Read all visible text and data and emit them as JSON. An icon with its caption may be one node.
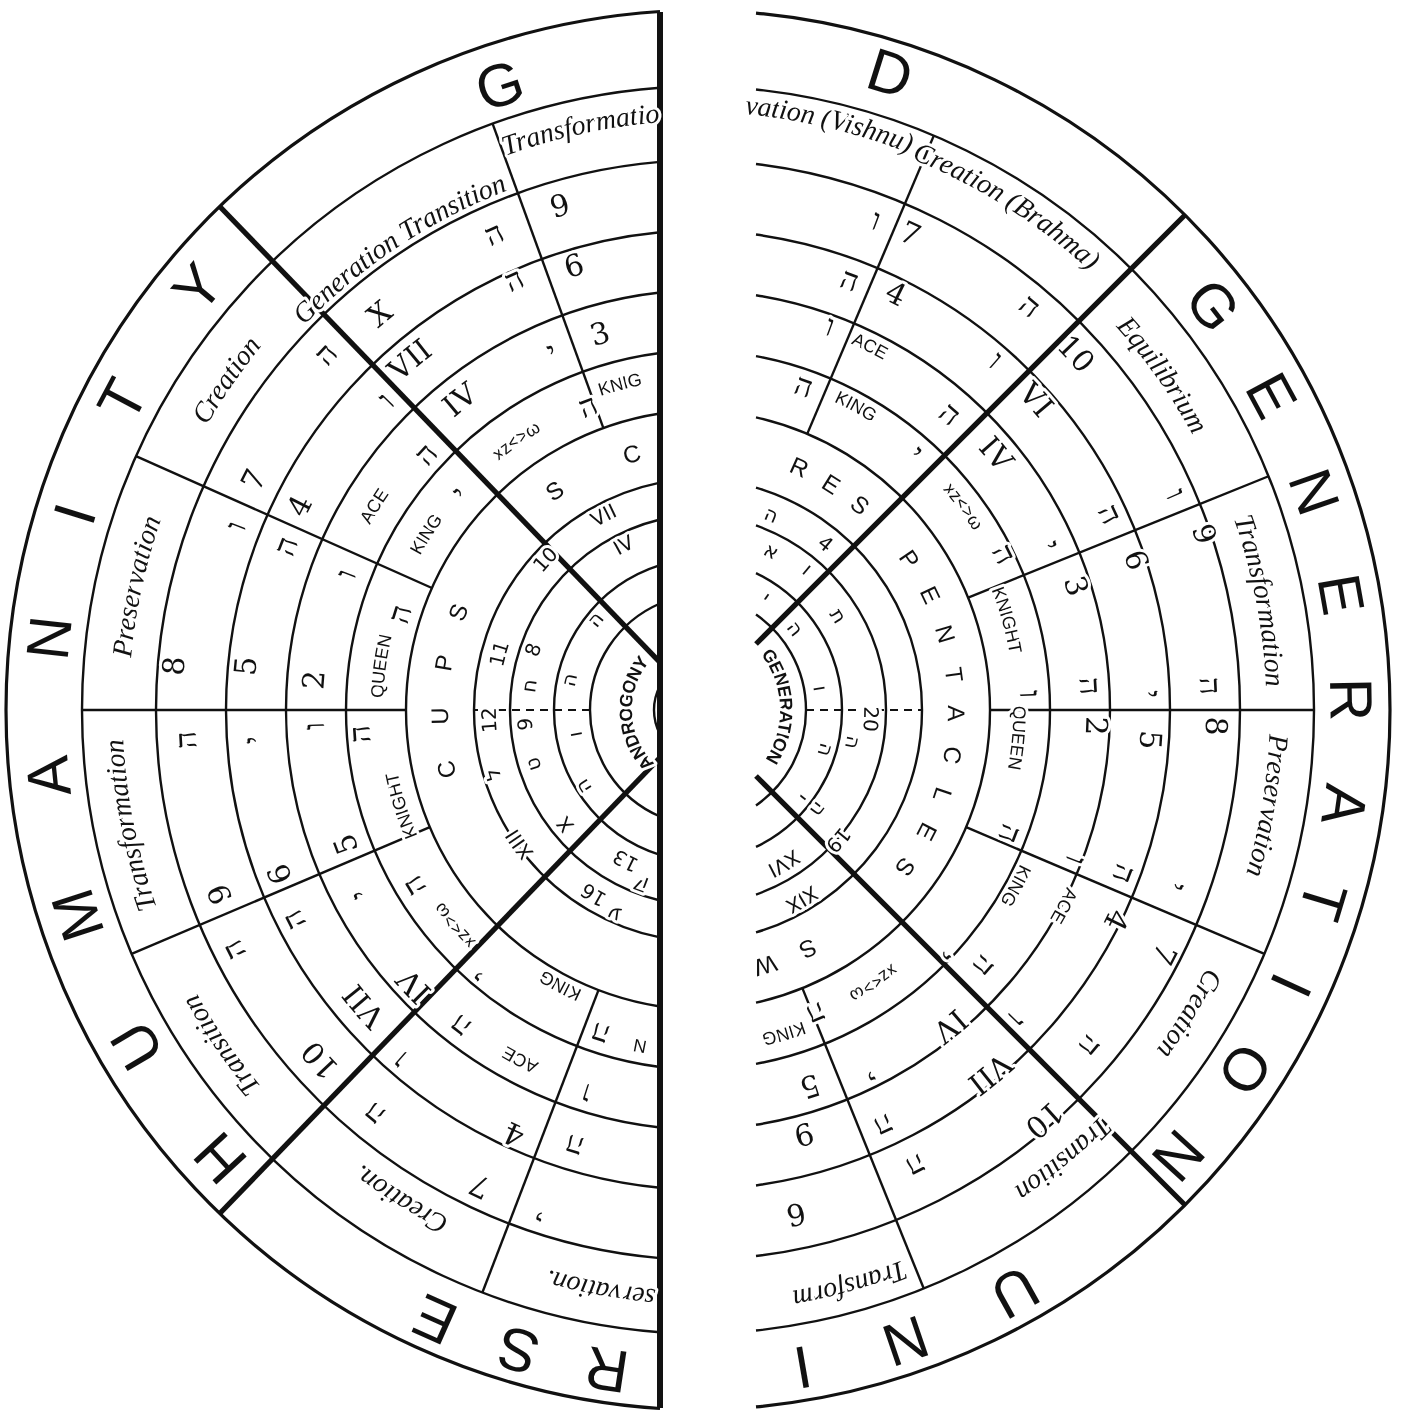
{
  "diagram": {
    "labels": [
      "G",
      "HUMANITY",
      "RSE",
      "D",
      "GENERATION",
      "UNI",
      "Transformatio",
      "Generation Transition",
      "Creation",
      "Preservation",
      "Transformation",
      "Transition",
      "Creation.",
      "servation.",
      "vation (Vishnu)",
      "Creation (Brahma)",
      "Equilibrium",
      "Transformation",
      "Preservation",
      "Creation",
      "Transition",
      "Transform",
      "SC",
      "CUPS",
      "RES",
      "PENTACLES",
      "SW",
      "KNIG",
      "ACE",
      "KING",
      "QUEEN",
      "KNIGHT",
      "KING",
      "ACE",
      "N",
      "ACE",
      "KING",
      "KNIGHT",
      "QUEEN",
      "KING",
      "ACE",
      "KING",
      "9",
      "6",
      "3",
      "ה",
      "X",
      "ה",
      "VII",
      "י",
      "IV",
      "xz<>ω",
      "ה",
      "ה",
      "7",
      "ו",
      "4",
      "ה",
      "י",
      "ו",
      "ה",
      "ו",
      "ה",
      "8",
      "5",
      "2",
      "ה",
      "י",
      "ו",
      "ה",
      "9",
      "6",
      "5",
      "ה",
      "xz<>ω",
      "ה",
      "ה",
      "י",
      "10",
      "VII",
      "IV",
      "י",
      "ה",
      "ו",
      "ה",
      "4",
      "ה",
      "7",
      "י",
      "ה",
      "ו",
      "ו",
      "7",
      "ה",
      "4",
      "ו",
      "ה",
      "ה",
      "10",
      "ו",
      "VI",
      "ה",
      "IV",
      "י",
      "xz<>ω",
      "ו",
      "9",
      "ה",
      "6",
      "י",
      "3",
      "ה",
      "ו",
      "ה",
      "י",
      "ה",
      "2",
      "5",
      "8",
      "ה",
      "ו",
      "ה",
      "4",
      "י",
      "7",
      "י",
      "xz<>ω",
      "ה",
      "IV",
      "ו",
      "VII",
      "ה",
      "10",
      "ה",
      "י",
      "5",
      "ה",
      "9",
      "ה",
      "6",
      "VII",
      "10",
      "11",
      "12",
      "ל",
      "XIII",
      "16",
      "ע",
      "IV",
      "8",
      "ח",
      "9",
      "ט",
      "X",
      "13",
      "ק",
      "ה",
      "ה",
      "ו",
      "ה",
      "ANDROGONY",
      "ה",
      "4",
      "א",
      "ו",
      "י",
      "ת",
      "ה",
      "GENERATION",
      "ו",
      "20",
      "ה",
      "ה",
      "י",
      "ה",
      "19",
      "XVI",
      "XIX"
    ]
  }
}
